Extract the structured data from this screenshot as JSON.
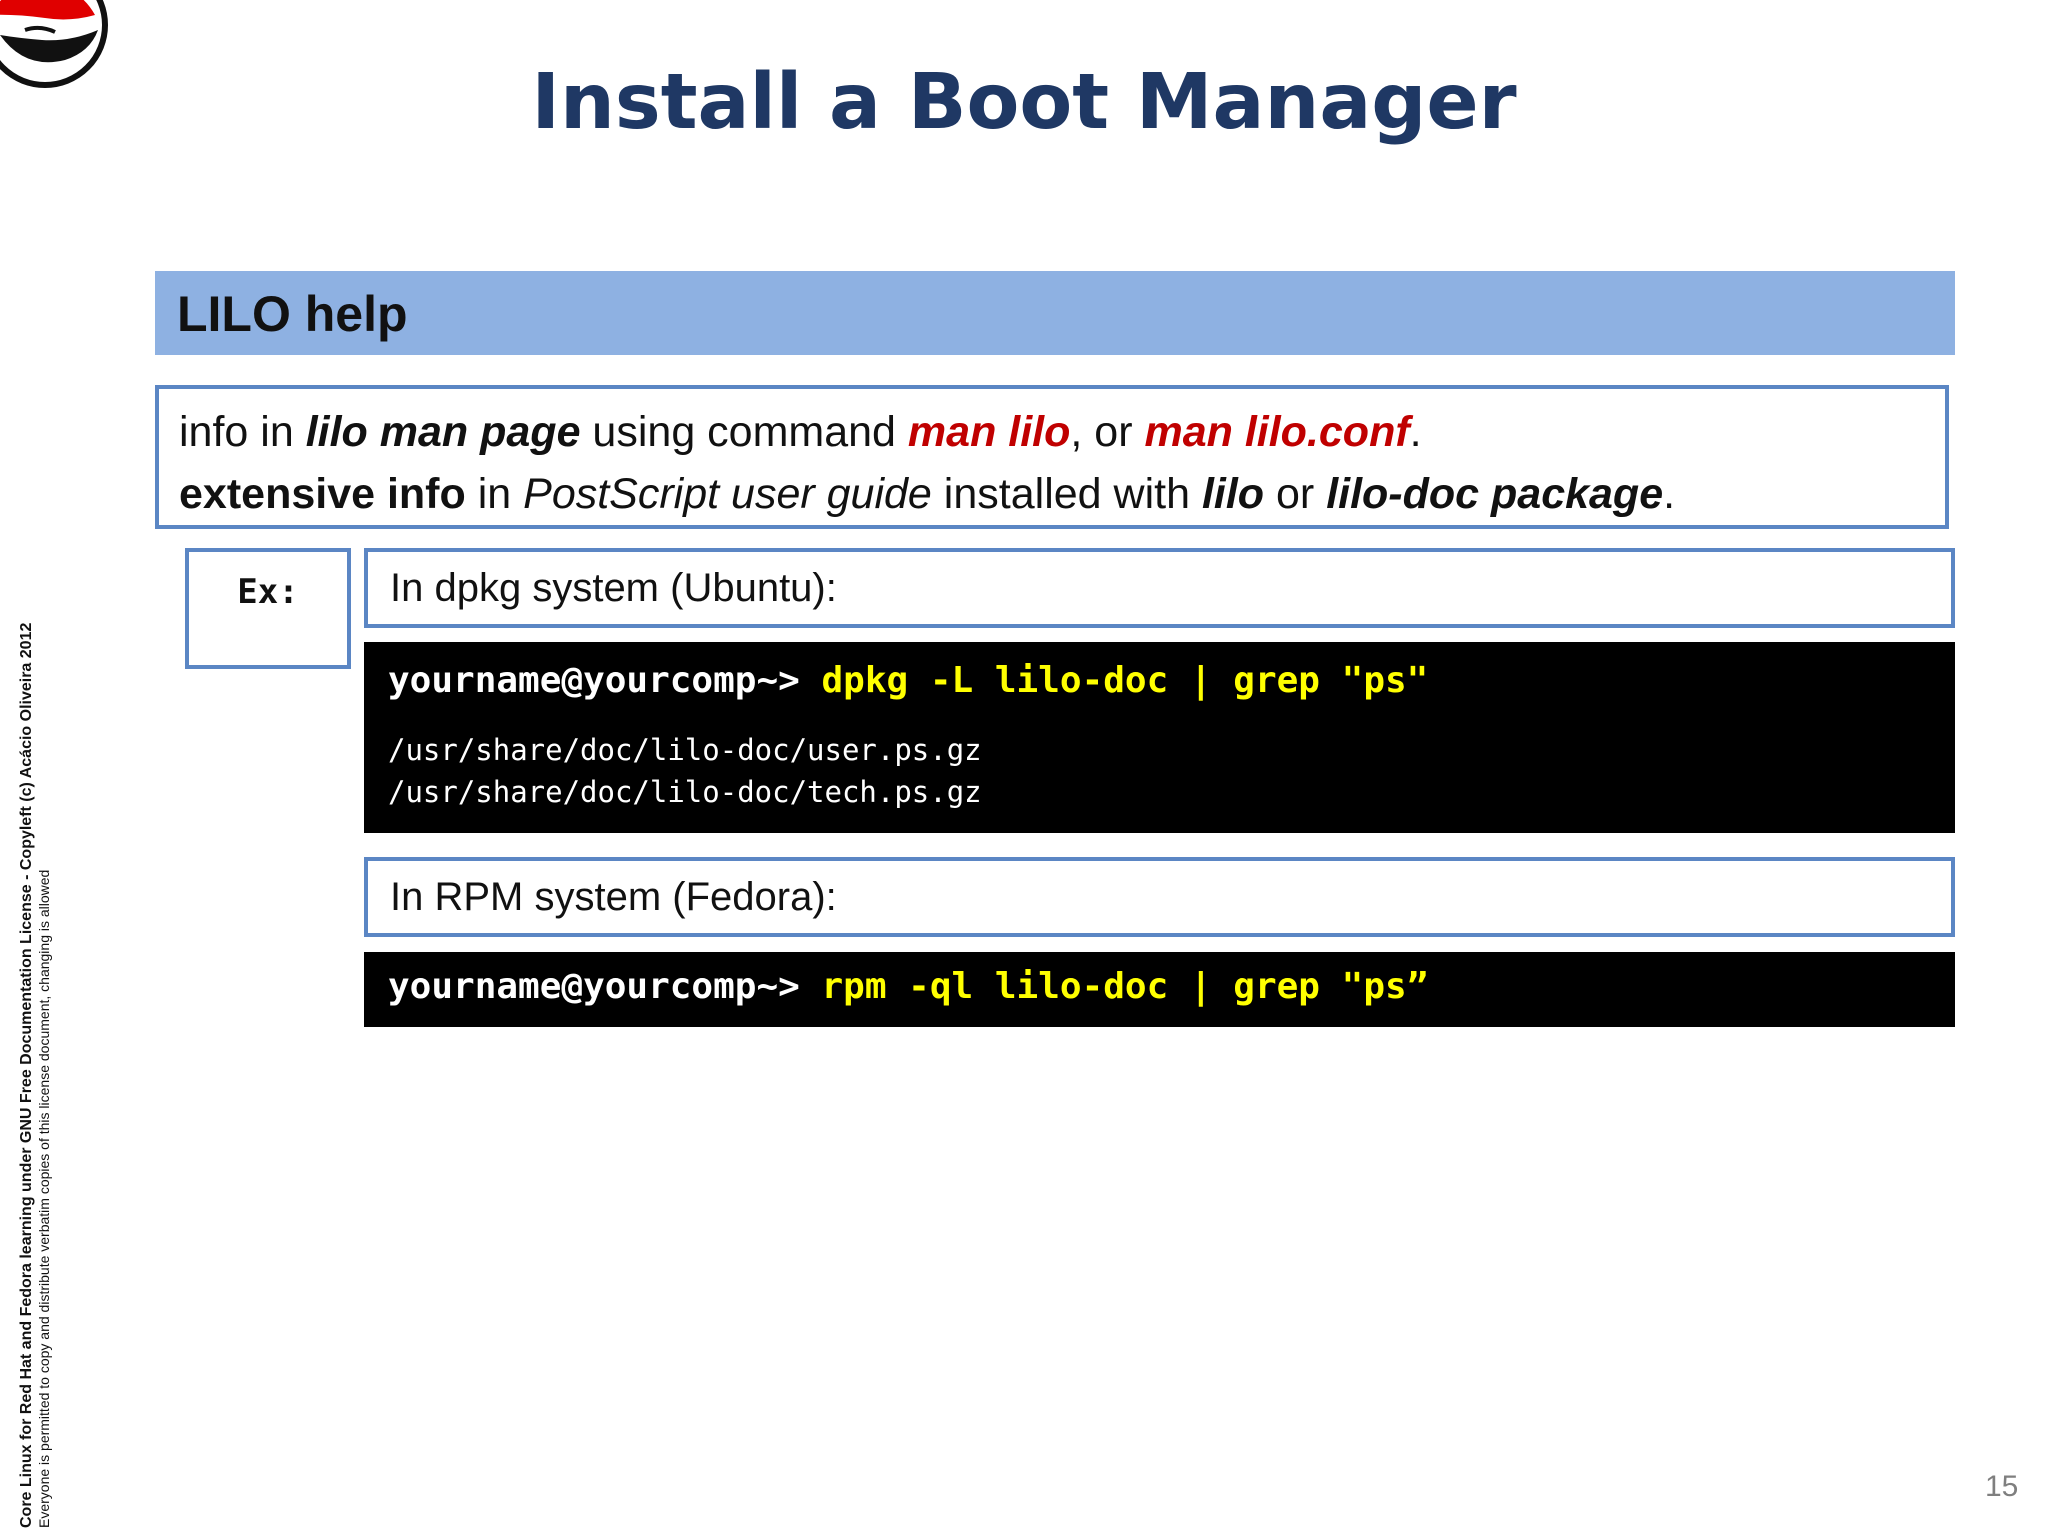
{
  "slide": {
    "title": "Install a Boot Manager",
    "heading": "LILO help",
    "info": {
      "line1": {
        "t1": "info in ",
        "t2": "lilo man page",
        "t3": " using command ",
        "t4": "man lilo",
        "t5": ", or ",
        "t6": "man lilo.conf",
        "t7": "."
      },
      "line2": {
        "t1": "extensive info",
        "t2": " in ",
        "t3": "PostScript user guide",
        "t4": " installed with ",
        "t5": "lilo",
        "t6": " or ",
        "t7": "lilo-doc package",
        "t8": "."
      }
    },
    "ex_label": "Ex:",
    "dpkg": {
      "label": "In dpkg system (Ubuntu):",
      "prompt": "yourname@yourcomp~> ",
      "command": "dpkg -L lilo-doc | grep \"ps\"",
      "output": [
        "/usr/share/doc/lilo-doc/user.ps.gz",
        "/usr/share/doc/lilo-doc/tech.ps.gz"
      ]
    },
    "rpm": {
      "label": "In RPM system (Fedora):",
      "prompt": "yourname@yourcomp~> ",
      "command": "rpm -ql lilo-doc | grep \"ps”"
    },
    "side_text": {
      "line1": "Core Linux for Red Hat and Fedora learning under GNU Free Documentation License  - Copyleft (c) Acácio Oliveira 2012",
      "line2": "Everyone is permitted to copy and distribute verbatim copies of this license document, changing is allowed"
    },
    "page_number": "15"
  },
  "colors": {
    "title": "#1f3864",
    "heading_bar": "#8eb1e2",
    "box_border": "#5b86c4",
    "command_highlight": "#ffff00",
    "keyword_red": "#c00000"
  }
}
